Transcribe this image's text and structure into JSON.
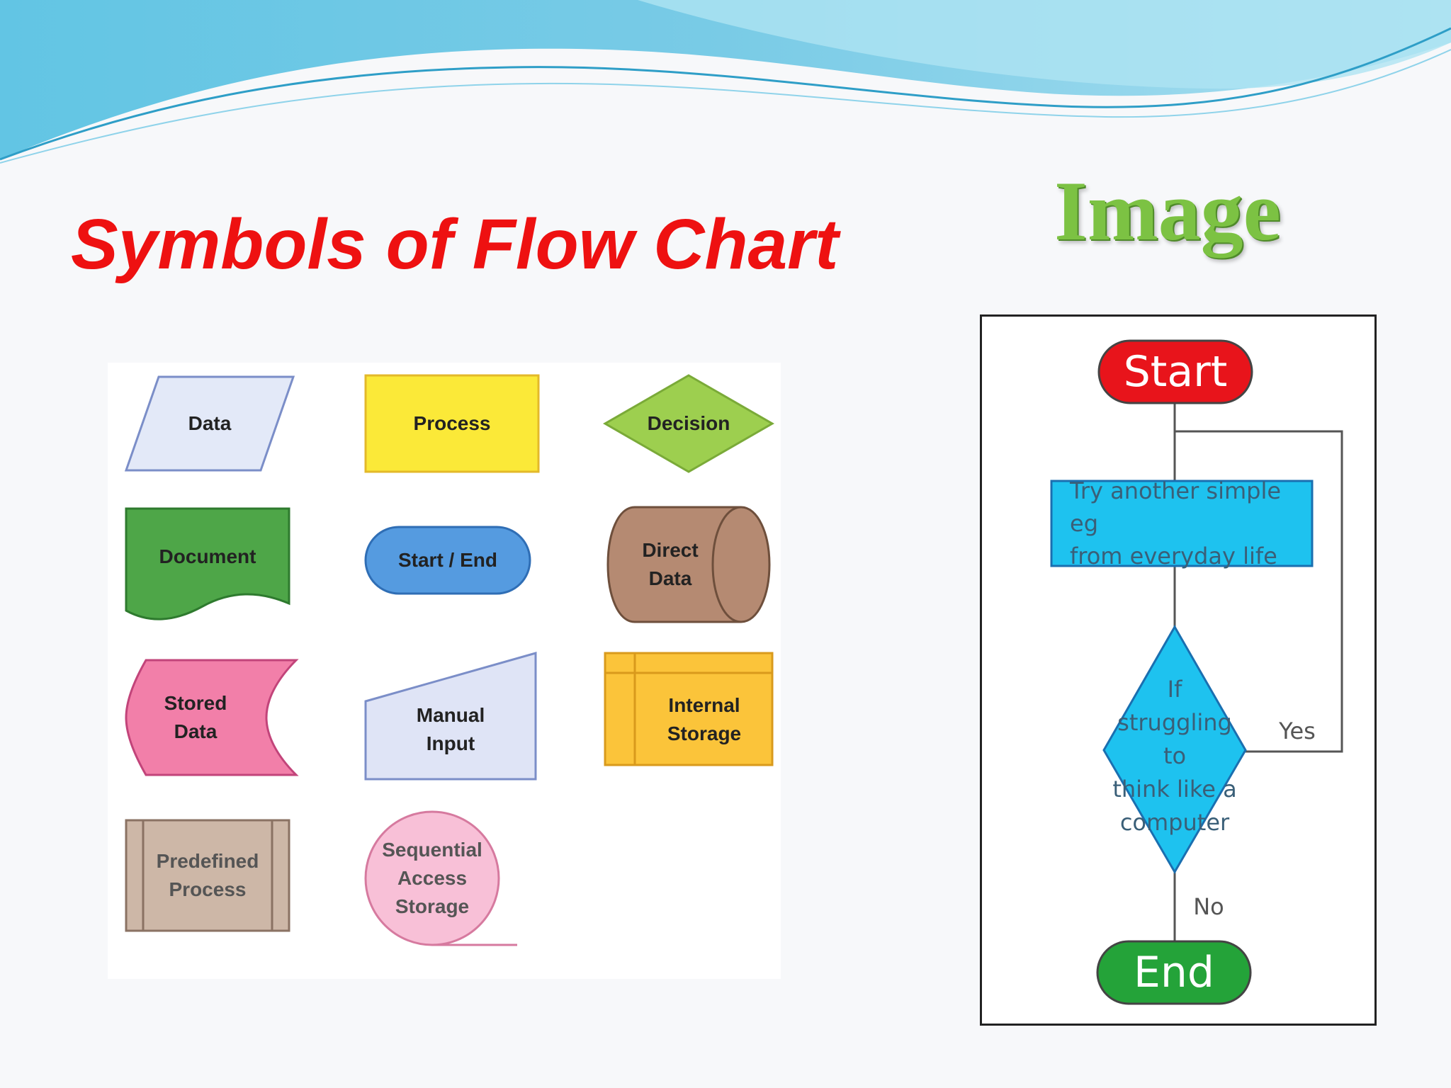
{
  "slide": {
    "title": "Symbols of Flow Chart",
    "image_heading": "Image"
  },
  "symbols": {
    "data": "Data",
    "process": "Process",
    "decision": "Decision",
    "document": "Document",
    "start_end": "Start / End",
    "direct_data": [
      "Direct",
      "Data"
    ],
    "stored_data": [
      "Stored",
      "Data"
    ],
    "manual_input": [
      "Manual",
      "Input"
    ],
    "internal_storage": [
      "Internal",
      "Storage"
    ],
    "predefined_process": [
      "Predefined",
      "Process"
    ],
    "sequential_access_storage": [
      "Sequential",
      "Access",
      "Storage"
    ]
  },
  "flowchart": {
    "start": "Start",
    "process": [
      "Try another simple eg",
      "from everyday life"
    ],
    "decision": [
      "If",
      "struggling to",
      "think like a",
      "computer"
    ],
    "yes": "Yes",
    "no": "No",
    "end": "End"
  },
  "colors": {
    "title": "#ee1111",
    "image_heading": "#7cc243",
    "flow_start": "#e8141b",
    "flow_process": "#1ec2ef",
    "flow_end": "#24a339"
  }
}
